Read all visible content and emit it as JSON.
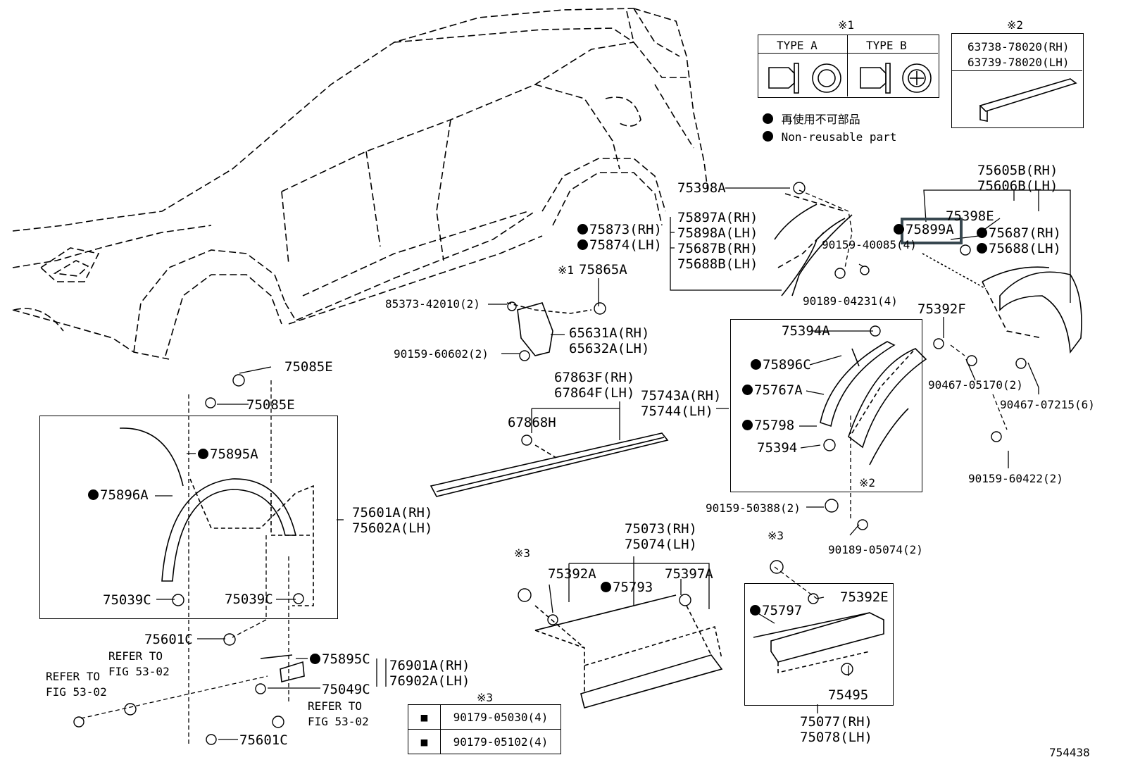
{
  "note1": {
    "mark": "※1",
    "type_a": "TYPE A",
    "type_b": "TYPE B"
  },
  "note2": {
    "mark": "※2",
    "parts": [
      "63738-78020(RH)",
      "63739-78020(LH)"
    ]
  },
  "legend": {
    "jp": "再使用不可部品",
    "en": "Non-reusable part"
  },
  "note3": {
    "mark": "※3",
    "rows": [
      "90179-05030(4)",
      "90179-05102(4)"
    ]
  },
  "labels": {
    "l75398A": "75398A",
    "l75897A": "75897A(RH)",
    "l75898A": "75898A(LH)",
    "l75687B": "75687B(RH)",
    "l75688B": "75688B(LH)",
    "l75873": "75873(RH)",
    "l75874": "75874(LH)",
    "l90159_40085": "90159-40085(4)",
    "l90189_04231": "90189-04231(4)",
    "l75605B": "75605B(RH)",
    "l75606B": "75606B(LH)",
    "l75398E": "75398E",
    "l75899A": "75899A",
    "l75687": "75687(RH)",
    "l75688": "75688(LH)",
    "l75865A": "75865A",
    "l75865A_mark": "※1",
    "l85373": "85373-42010(2)",
    "l65631A": "65631A(RH)",
    "l65632A": "65632A(LH)",
    "l90159_60602": "90159-60602(2)",
    "l75392F": "75392F",
    "l75394A": "75394A",
    "l75896C": "75896C",
    "l75767A": "75767A",
    "l75798": "75798",
    "l75394": "75394",
    "l75743A": "75743A(RH)",
    "l75744": "75744(LH)",
    "l90467_05170": "90467-05170(2)",
    "l90467_07215": "90467-07215(6)",
    "l90159_60422": "90159-60422(2)",
    "l67863F": "67863F(RH)",
    "l67864F": "67864F(LH)",
    "l67868H": "67868H",
    "l75085E_1": "75085E",
    "l75085E_2": "75085E",
    "l75895A": "75895A",
    "l75896A": "75896A",
    "l75601A": "75601A(RH)",
    "l75602A": "75602A(LH)",
    "l75039C_1": "75039C",
    "l75039C_2": "75039C",
    "l75601C_1": "75601C",
    "l75601C_2": "75601C",
    "l75895C": "75895C",
    "l76901A": "76901A(RH)",
    "l76902A": "76902A(LH)",
    "l75049C": "75049C",
    "l90159_50388": "90159-50388(2)",
    "l90189_05074": "90189-05074(2)",
    "l75073": "75073(RH)",
    "l75074": "75074(LH)",
    "l75392A": "75392A",
    "l75793": "75793",
    "l75397A": "75397A",
    "l75392E": "75392E",
    "l75797": "75797",
    "l75495": "75495",
    "l75077": "75077(RH)",
    "l75078": "75078(LH)",
    "mark3_a": "※3",
    "mark3_b": "※3",
    "mark2_b": "※2",
    "refer1_a": "REFER TO",
    "refer1_b": "FIG 53-02",
    "refer2_a": "REFER TO",
    "refer2_b": "FIG 53-02",
    "refer3_a": "REFER TO",
    "refer3_b": "FIG 53-02",
    "figure_no": "754438"
  }
}
